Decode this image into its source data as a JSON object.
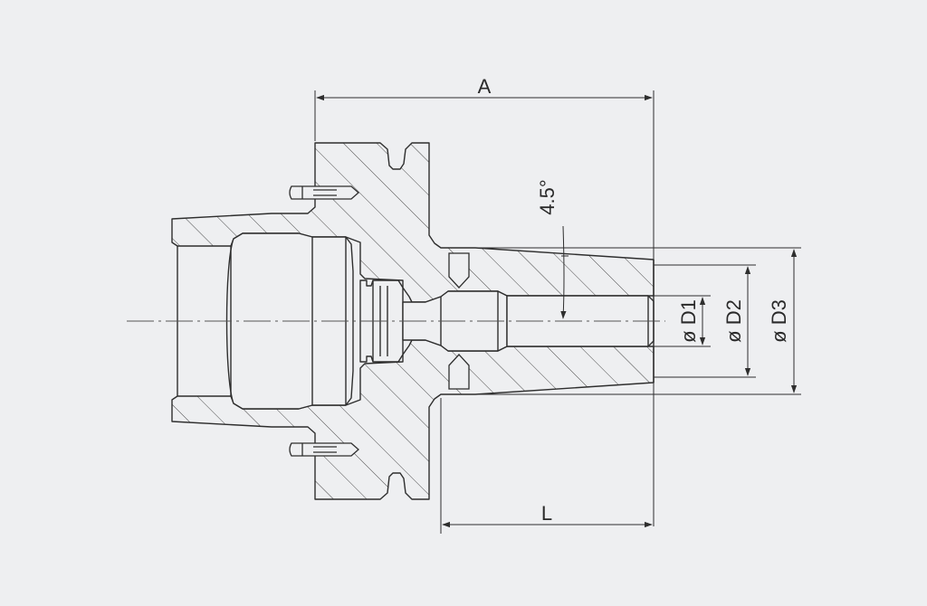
{
  "drawing": {
    "background": "#eeeff1",
    "line_color": "#2e2e2e",
    "dimensions": {
      "overall_length": "A",
      "shank_length": "L",
      "taper_angle": "4.5°",
      "bore_diameter": "ø D1",
      "shank_front_diameter": "ø D2",
      "shank_rear_diameter": "ø D3"
    }
  }
}
